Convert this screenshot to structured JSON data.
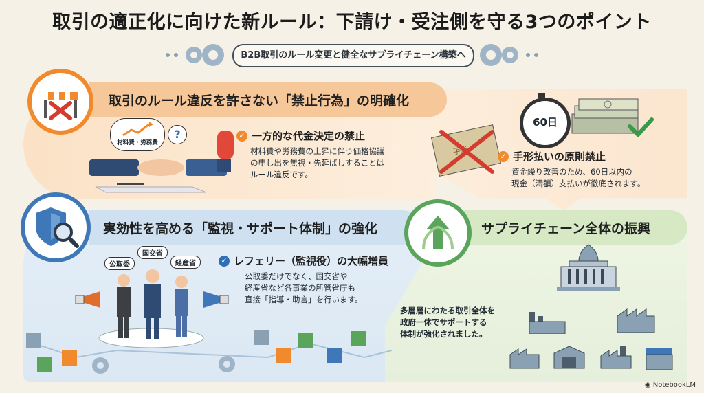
{
  "title": "取引の適正化に向けた新ルール：下請け・受注側を守る3つのポイント",
  "subtitle": "B2B取引のルール変更と健全なサプライチェーン構築へ",
  "sections": {
    "prohibited": {
      "heading": "取引のルール違反を許さない「禁止行為」の明確化",
      "point1": {
        "title": "一方的な代金決定の禁止",
        "body_lines": [
          "材料費や労務費の上昇に伴う価格協議",
          "の申し出を無視・先延ばしすることは",
          "ルール違反です。"
        ],
        "bubble_label": "材料費・労務費"
      },
      "point2": {
        "title": "手形払いの原則禁止",
        "body_lines": [
          "資金繰り改善のため、60日以内の",
          "現金（満額）支払いが徹底されます。"
        ],
        "timer_label": "60日",
        "note_label": "手形"
      }
    },
    "monitoring": {
      "heading": "実効性を高める「監視・サポート体制」の強化",
      "point": {
        "title": "レフェリー（監視役）の大幅増員",
        "body_lines": [
          "公取委だけでなく、国交省や",
          "経産省など各事業の所管省庁も",
          "直接「指導・助言」を行います。"
        ]
      },
      "tags": [
        "公取委",
        "国交省",
        "経産省"
      ]
    },
    "supply_chain": {
      "heading": "サプライチェーン全体の振興",
      "body_lines": [
        "多層層にわたる取引全体を",
        "政府一体でサポートする",
        "体制が強化されました。"
      ]
    }
  },
  "brand": "NotebookLM",
  "colors": {
    "orange": "#f08a2c",
    "blue": "#3e78b8",
    "green": "#5aa45c",
    "background": "#f6f1e6"
  }
}
